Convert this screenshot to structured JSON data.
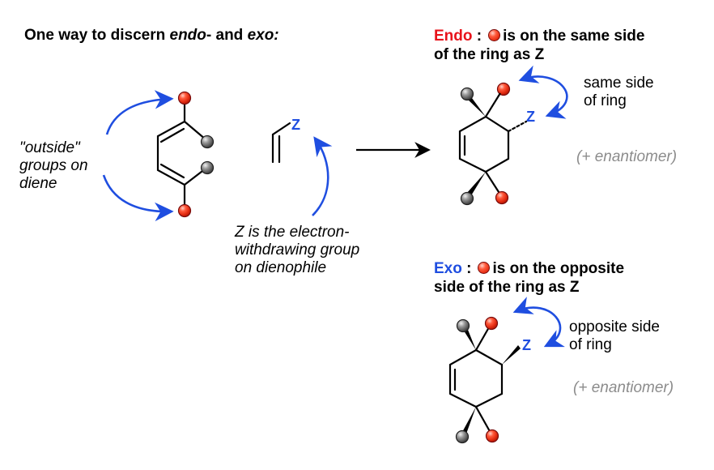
{
  "title": {
    "prefix": "One way to discern ",
    "endo": "endo",
    "middle": "- and ",
    "exo": "exo:"
  },
  "diene": {
    "outside_label": [
      "\"outside\"",
      "groups on",
      "diene"
    ]
  },
  "dienophile": {
    "z_label": "Z",
    "ewg_label": [
      "Z is the electron-",
      "withdrawing group",
      "on dienophile"
    ]
  },
  "endo": {
    "word": "Endo",
    "colon": " :",
    "rest_line1": "is on the same side",
    "line2": "of the ring as Z",
    "side_note": [
      "same side",
      "of ring"
    ],
    "enantiomer": "(+ enantiomer)",
    "z_label": "Z"
  },
  "exo": {
    "word": "Exo",
    "colon": " :",
    "rest_line1": "is on the opposite",
    "line2": "side of the ring as Z",
    "side_note": [
      "opposite side",
      "of ring"
    ],
    "enantiomer": "(+ enantiomer)",
    "z_label": "Z"
  },
  "colors": {
    "blue_arrow": "#1f4ee0",
    "red_group": "#e22a10",
    "grey_group": "#4a4a4a",
    "endo_red": "#e8131b",
    "exo_blue": "#1f4ee0"
  },
  "icons": [
    "red-ball-icon",
    "grey-ball-icon",
    "curved-arrow-icon",
    "reaction-arrow-icon"
  ]
}
